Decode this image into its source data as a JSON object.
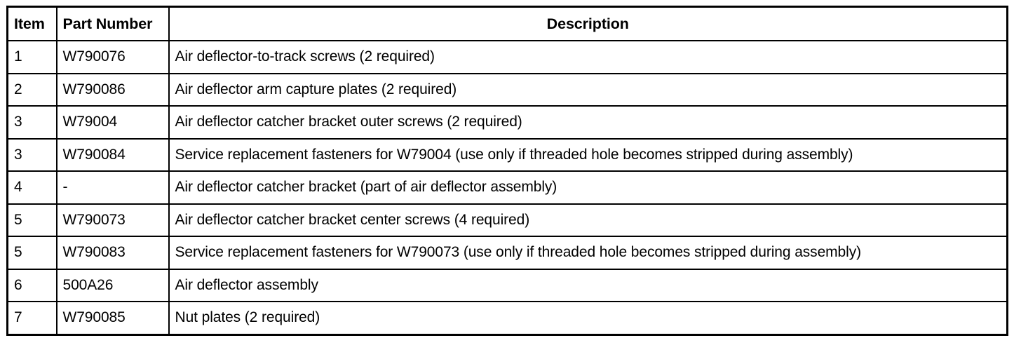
{
  "table": {
    "title": "",
    "columns": [
      {
        "key": "item",
        "label": "Item"
      },
      {
        "key": "part_number",
        "label": "Part Number"
      },
      {
        "key": "description",
        "label": "Description"
      }
    ],
    "rows": [
      {
        "item": "1",
        "part_number": "W790076",
        "description": "Air deflector-to-track screws (2 required)"
      },
      {
        "item": "2",
        "part_number": "W790086",
        "description": "Air deflector arm capture plates (2 required)"
      },
      {
        "item": "3",
        "part_number": "W79004",
        "description": "Air deflector catcher bracket outer screws (2 required)"
      },
      {
        "item": "3",
        "part_number": "W790084",
        "description": "Service replacement fasteners for W79004 (use only if threaded hole becomes stripped during assembly)"
      },
      {
        "item": "4",
        "part_number": "-",
        "description": "Air deflector catcher bracket (part of air deflector assembly)"
      },
      {
        "item": "5",
        "part_number": "W790073",
        "description": "Air deflector catcher bracket center screws (4 required)"
      },
      {
        "item": "5",
        "part_number": "W790083",
        "description": "Service replacement fasteners for W790073 (use only if threaded hole becomes stripped during assembly)"
      },
      {
        "item": "6",
        "part_number": "500A26",
        "description": "Air deflector assembly"
      },
      {
        "item": "7",
        "part_number": "W790085",
        "description": "Nut plates (2 required)"
      }
    ]
  },
  "colors": {
    "border": "#000000",
    "text": "#000000",
    "background": "#ffffff"
  }
}
